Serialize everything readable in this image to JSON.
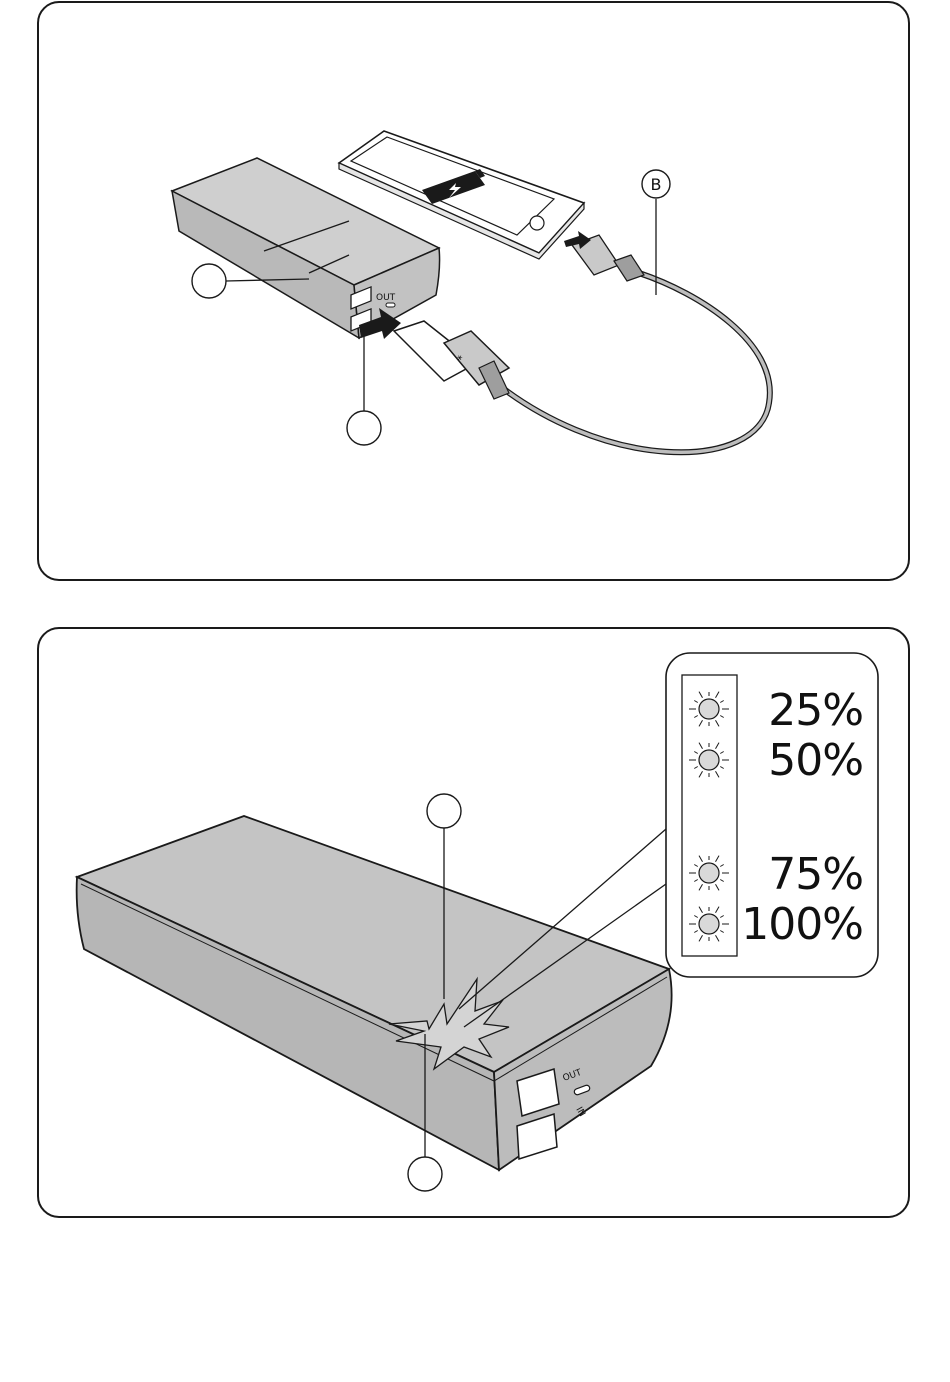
{
  "top_panel": {
    "callout_b": "B",
    "callout_1": "",
    "callout_2": "",
    "port_out_label": "OUT"
  },
  "bottom_panel": {
    "callout_top": "",
    "callout_bottom": "",
    "port_out_label": "OUT",
    "port_in_label": "IN",
    "led_indicator": {
      "levels": [
        "25%",
        "50%",
        "75%",
        "100%"
      ]
    }
  },
  "colors": {
    "device_fill": "#c4c4c4",
    "device_dark": "#a8a8a8",
    "outline": "#1a1a1a",
    "led_fill": "#d9d9d9"
  },
  "icons": [
    "battery-charging-icon",
    "usb-symbol-icon",
    "led-sun-icon",
    "light-burst-icon",
    "arrow-icon"
  ]
}
